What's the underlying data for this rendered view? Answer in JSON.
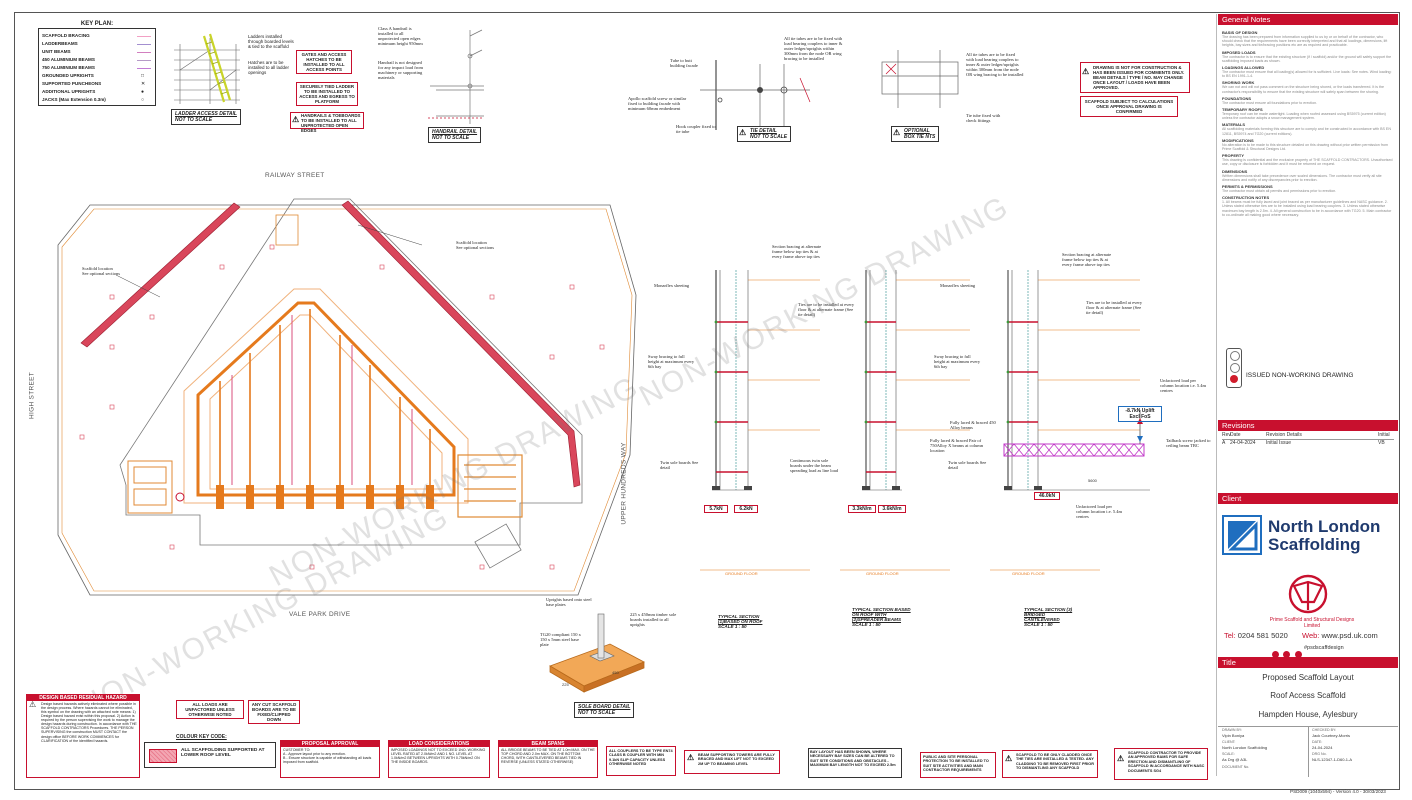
{
  "key_plan": {
    "title": "KEY PLAN:",
    "items": [
      {
        "label": "SCAFFOLD BRACING",
        "color": "#f2a0c4"
      },
      {
        "label": "LADDERBEAMS",
        "color": "#a38fd0"
      },
      {
        "label": "UNIT BEAMS",
        "color": "#d27fbf"
      },
      {
        "label": "450 ALUMINIUM BEAMS",
        "color": "#b59ac7"
      },
      {
        "label": "750 ALUMINIUM BEAMS",
        "color": "#c17cd4"
      },
      {
        "label": "GROUNDED UPRIGHTS",
        "color": "#333333"
      },
      {
        "label": "SUPPORTED PUNCHEONS",
        "color": "#333333"
      },
      {
        "label": "ADDITIONAL UPRIGHTS",
        "color": "#333333"
      },
      {
        "label": "JACKS (Max Extension 0.3m)",
        "color": "#333333"
      }
    ]
  },
  "ladder_detail": {
    "note1": "Ladders installed through boarded levels & tied to the scaffold",
    "note2": "Hatches are to be installed to all ladder openings",
    "caption": "LADDER ACCESS DETAIL",
    "sub": "NOT TO SCALE"
  },
  "warnings_top": {
    "gates": "GATES AND ACCESS HATCHES TO BE INSTALLED TO ALL ACCESS POINTS",
    "ladder": "SECURELY TIED LADDER TO BE INSTALLED TO ACCESS AND EGRESS TO PLATFORM",
    "handrails": "HANDRAILS & TOEBOARDS TO BE INSTALLED TO ALL UNPROTECTED OPEN EDGES"
  },
  "handrail_detail": {
    "note1": "Class A handrail is installed to all unprotected open edges minimum height 950mm",
    "note2": "Handrail is not designed for any impact load from machinery or supporting materials",
    "caption": "HANDRAIL DETAIL",
    "sub": "NOT TO SCALE"
  },
  "tie_detail": {
    "note1": "Tube to butt building facade",
    "note2": "Apollo scaffold screw or similar fixed to building facade with minimum 60mm embedment",
    "note3": "Hook coupler fixed to tie tube",
    "note4": "All tie tubes are to be fixed with load bearing couplers to inner & outer ledger/uprights within 300mm from the node OR wing bracing to be installed",
    "caption": "TIE DETAIL",
    "sub": "NOT TO SCALE"
  },
  "box_tie": {
    "note1": "All tie tubes are to be fixed with load bearing couplers to inner & outer ledger/uprights within 300mm from the node OR wing bracing to be installed",
    "note2": "Tie tube fixed with check fittings",
    "caption": "OPTIONAL",
    "sub": "BOX TIE NTS"
  },
  "status_boxes": {
    "not_for_construction": "DRAWING IS NOT FOR CONSTRUCTION & HAS BEEN ISSUED FOR COMMENTS ONLY. BEAM DETAILS / TYPE / NO. MAY CHANGE ONCE LAYOUT / LOADS HAVE BEEN APPROVED.",
    "calculations": "SCAFFOLD SUBJECT TO CALCULATIONS ONCE APPROVAL DRAWING IS CONFIRMED"
  },
  "plan": {
    "railway": "RAILWAY STREET",
    "high": "HIGH STREET",
    "upper": "UPPER HUNDREDS WAY",
    "vale": "VALE PARK DRIVE",
    "scaffold_note_left": "Scaffold location\nSee optional sections",
    "scaffold_note_top": "Scaffold location\nSee optional sections"
  },
  "watermark": "NON-WORKING DRAWING",
  "sections": {
    "s1": {
      "caption": "TYPICAL SECTION (1)BASED ON ROOF",
      "scale": "SCALE 1 : 50",
      "loads": [
        "5.7kN",
        "6.2kN"
      ],
      "notes": {
        "monarflex": "Monarflex sheeting",
        "bracing": "Section bracing at alternate frame below top ties & at every frame above top ties",
        "ties": "Ties are to be installed at every floor & at alternate frame (See tie detail)",
        "sway": "Sway bracing to full height at maximum every 6th bay",
        "sole": "Twin sole boards See detail"
      }
    },
    "s2": {
      "caption": "TYPICAL SECTION BASED ON ROOF WITH (2)SPREADER BEAMS",
      "scale": "SCALE 1 : 50",
      "loads": [
        "3.3kN/m",
        "3.6kN/m"
      ],
      "notes": {
        "continuous": "Continuous twin sole boards under the beam spreading load as line load"
      }
    },
    "s3": {
      "caption": "TYPICAL SECTION (3) BRIDGED CANTILEVERED",
      "scale": "SCALE 1 : 50",
      "loads": [
        "46.0kN"
      ],
      "uplift": "-8.7kN Uplift Excl FoS",
      "notes": {
        "unfactored_top": "Unfactored load per column location i.e. 5.4m centres",
        "tailback": "Tailback screw jacked to ceiling beam TBC",
        "fully_braced": "Fully laced & braced 450 Alloy beams",
        "pair": "Fully laced & braced Pair of 750Alloy X beams at column location",
        "unfactored_bottom": "Unfactored load per column location i.e. 5.4m centres",
        "span": "5600"
      }
    },
    "ground": "GROUND FLOOR"
  },
  "sole_board": {
    "note1": "Uprights based onto steel base plates",
    "note2": "225 x 450mm timber sole boards installed to all uprights",
    "note3": "TG20 compliant 150 x 150 x 5mm steel base plate",
    "caption": "SOLE BOARD DETAIL",
    "sub": "NOT TO SCALE",
    "d1": "225",
    "d2": "450"
  },
  "bottom": {
    "hazard_title": "DESIGN BASED RESIDUAL HAZARD",
    "hazard_text": "Design based hazards actively eliminated where possible in the design process. Where hazards cannot be eliminated, this symbol on the drawing with an attached note means: 1) Design based hazard exist within this proposal. 2) Action is required by the person supervising the work to manage the design hazards during construction. In accordance with THE SCAFFOLD CONTRACTORS Procedures. THE PERSON SUPERVISING the construction MUST CONTACT the design office BEFORE WORK COMMENCES for CLARIFICATION of the identified hazards.",
    "unfactored": "ALL LOADS ARE UNFACTORED UNLESS OTHERWISE NOTED",
    "cut": "ANY CUT SCAFFOLD BOARDS ARE TO BE FIXED/CLIPPED DOWN",
    "colour_key": "COLOUR KEY CODE:",
    "colour_item": "ALL SCAFFOLDING SUPPORTED AT LOWER ROOF LEVEL",
    "proposal_title": "PROPOSAL APPROVAL",
    "proposal_text": "CUSTOMER TO:\nA - Approve layout prior to any erection.\nB - Ensure structure is capable of withstanding all loads imposed from scaffold.",
    "load_title": "LOAD CONSIDERATIONS",
    "load_text": "IMPOSED LOADINGS NOT TO EXCEED 1NO. WORKING LEVEL RATED AT 2.0kN/m2 AND 1 NO. LEVEL AT 1.0kN/m2 BETWEEN UPRIGHTS WITH 0.75kN/m2 ON THE INSIDE BOARDS.",
    "beam_title": "BEAM SPANS",
    "beam_text": "ALL BRIDGE BEAMS TO BE TIED AT 1.0m MAX. ON THE TOP CHORD AND 2.0m MAX. ON THE BOTTOM CHORD, WITH CANTILEVERED BEAMS TIED IN REVERSE (UNLESS STATED OTHERWISE)",
    "couplers": "ALL COUPLERS TO BE TYPE EN74 CLASS B COUPLER WITH MIN 9.1kN SLIP CAPACITY UNLESS OTHERWISE NOTED",
    "beam_towers": "BEAM SUPPORTING TOWERS ARE FULLY BRACED AND MAX LIFT NOT TO EXCEED 2M UP TO BEAMING LEVEL",
    "bay_layout": "BAY LAYOUT HAS BEEN SHOWN, WHERE NECESSARY BAY SIZES CAN BE ALTERED TO SUIT SITE CONDITIONS AND OBSTACLES - MAXIMUM BAY LENGTH NOT TO EXCEED 2.5m",
    "public": "PUBLIC AND SITE PERSONAL PROTECTION TO BE INSTALLED TO SUIT SITE ACTIVITIES AND MAIN CONTRACTOR REQUIREMENTS",
    "cladded": "SCAFFOLD TO BE ONLY CLADDED ONCE THE TIES ARE INSTALLED & TESTED. ANY CLADDING TO BE REMOVED FIRST PRIOR TO DISMANTLING ANY SCAFFOLD",
    "ramps": "SCAFFOLD CONTRACTOR TO PROVIDE AN APPROVED RAMS FOR SAFE ERECTION AND DISMANTLING OF SCAFFOLD IN ACCORDANCE WITH NASC DOCUMENTS SG4"
  },
  "general_notes": {
    "header": "General Notes",
    "sections": [
      {
        "title": "BASIS OF DESIGN",
        "text": "The drawing has been prepared from information supplied to us by or on behalf of the contractor, who should check that the requirements have been correctly interpreted and that all loadings, dimensions, lift heights, bay sizes and tie/bracing positions etc are as required and practicable."
      },
      {
        "title": "IMPOSED LOADS",
        "text": "The contractor is to ensure that the existing structure (if / scaffold) and/or the ground will safely support the scaffolding imposed loads as shown."
      },
      {
        "title": "LOADINGS ALLOWED",
        "text": "The contractor must ensure that all loading(s) allowed for is sufficient. Live loads: See notes. Wind loading: to BS EN 1991-1-4."
      },
      {
        "title": "SHORING WORK",
        "text": "We can not and will not pass comment on the structure being shored, or the loads transferred. It is the contractor's responsibility to ensure that the existing structure will safely span between the shoring."
      },
      {
        "title": "FOUNDATIONS",
        "text": "The contractor must ensure all foundations prior to erection."
      },
      {
        "title": "TEMPORARY ROOFS",
        "text": "Temporary roof can be made watertight. Loading when roofed assessed using BS5975 (current edition) unless the contractor adopts a snow management system."
      },
      {
        "title": "MATERIALS",
        "text": "All scaffolding materials forming this structure are to comply and be constructed in accordance with BS EN 12811, BS5974 and TG20 (current editions)."
      },
      {
        "title": "MODIFICATIONS",
        "text": "No alteration is to be made to this structure detailed on this drawing without prior written permission from Prime Scaffold & Structural Designs Ltd."
      },
      {
        "title": "PROPERTY",
        "text": "This drawing is confidential and the exclusive property of THE SCAFFOLD CONTRACTORS. Unauthorised use, copy or disclosure is forbidden and it must be returned on request."
      },
      {
        "title": "DIMENSIONS",
        "text": "Written dimensions shall take precedence over scaled dimensions. The contractor must verify all site dimensions and notify of any discrepancies prior to erection."
      },
      {
        "title": "PERMITS & PERMISSIONS",
        "text": "The contractor must obtain all permits and permissions prior to erection."
      },
      {
        "title": "CONSTRUCTION NOTES",
        "text": "1. All beams must be fully laced and joint braced as per manufacturer guidelines and NASC guidance. 2. Unless stated otherwise ties are to be installed using load bearing couplers. 3. Unless stated otherwise maximum bay length is 2.5m. 4. All general construction to be in accordance with TG20. 5. Main contractor to co-ordinate all making good where necessary."
      }
    ],
    "issued": "ISSUED NON-WORKING DRAWING"
  },
  "revisions": {
    "header": "Revisions",
    "columns": [
      "Rev",
      "Date",
      "Revision Details",
      "Initial"
    ],
    "rows": [
      {
        "rev": "A",
        "date": "24-04-2024",
        "details": "Initial Issue",
        "initial": "VB"
      }
    ]
  },
  "client": {
    "header": "Client",
    "name_line1": "North London",
    "name_line2": "Scaffolding"
  },
  "designer": {
    "name": "Prime Scaffold and Structural Designs Limited",
    "tel_label": "Tel:",
    "tel": "0204 581 5020",
    "web_label": "Web:",
    "web": "www.psd.uk.com",
    "handle": "#psdscaffdesign"
  },
  "title_block": {
    "header": "Title",
    "line1": "Proposed Scaffold Layout",
    "line2": "Roof Access Scaffold",
    "line3": "Hampden House, Aylesbury",
    "drawn_by_label": "DRAWN BY:",
    "drawn_by": "Vipin Boniya",
    "checked_by_label": "CHECKED BY:",
    "checked_by": "Jack Courtney-Morris",
    "client_label": "CLIENT:",
    "client": "North London Scaffolding",
    "date_label": "DATE:",
    "date": "24-04-2024",
    "scale_label": "SCALE:",
    "scale": "As Drg @ A3L",
    "drg_label": "DRG No.",
    "drg": "NLS-12347-1-D60-1-A",
    "doc_label": "DOCUMENT No."
  },
  "footer": {
    "code": "PSD009 (1040x594)",
    "version": "Version 4.0",
    "date": "30/03/2023"
  }
}
